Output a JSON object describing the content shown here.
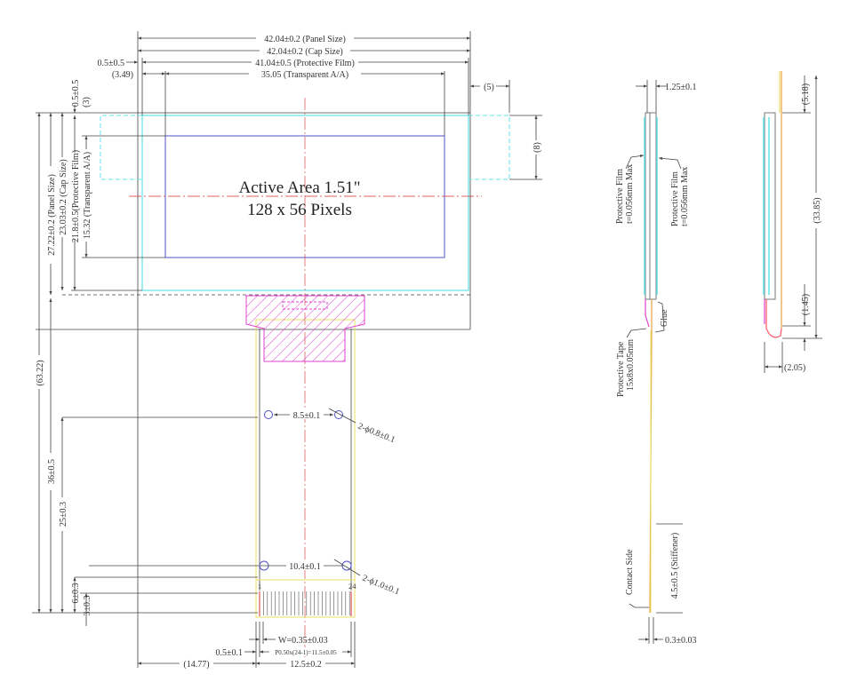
{
  "front_view": {
    "active_area_title": "Active Area 1.51\"",
    "pixels": "128 x 56 Pixels",
    "dims_top": {
      "panel_size": "42.04±0.2 (Panel Size)",
      "cap_size": "42.04±0.2 (Cap Size)",
      "protective_film": "41.04±0.5 (Protective Film)",
      "film_offset": "0.5±0.5",
      "aa_offset": "(3.49)",
      "transparent_aa": "35.05 (Transparent A/A)",
      "tab_width": "(5)"
    },
    "dims_left": {
      "top_offset": "0.5±0.5",
      "aa_top": "(3)",
      "panel_size": "27.22±0.2 (Panel Size)",
      "cap_size": "23.03±0.2 (Cap Size)",
      "protective_film": "21.8±0.5(Protective Film)",
      "transparent_aa": "15.32 (Transparent A/A)",
      "total": "(63.22)",
      "fpc_36": "36±0.5",
      "fpc_25": "25±0.3",
      "fpc_6": "6±0.3",
      "fpc_3": "3±0.3"
    },
    "tab_height": "(8)",
    "holes": {
      "upper_pitch": "8.5±0.1",
      "upper_dia": "2-ϕ0.8±0.1",
      "lower_pitch": "10.4±0.1",
      "lower_dia": "2-ϕ1.0±0.1"
    },
    "connector": {
      "pin_first": "1",
      "pin_last": "24",
      "width": "W=0.35±0.03",
      "edge": "0.5±0.1",
      "pitch": "P0.50x(24-1)=11.5±0.05",
      "left_offset": "(14.77)",
      "fpc_width": "12.5±0.2"
    }
  },
  "side_view": {
    "thickness": "1.25±0.1",
    "film_left": [
      "Protective Film",
      "t=0.056mm Max"
    ],
    "film_right": [
      "Protective Film",
      "t=0.056mm Max"
    ],
    "glue": "Glue",
    "tape": [
      "Protective Tape",
      "15x8x0.05mm"
    ],
    "stiffener": "4.5±0.5 (Stiffener)",
    "contact_side": "Contact Side",
    "fpc_thickness": "0.3±0.03"
  },
  "bent_view": {
    "top": "(5.18)",
    "length": "(33.85)",
    "bend": "(1.45)",
    "depth": "(2.05)"
  },
  "colors": {
    "film": "#5fe3e8",
    "aa": "#5050c8",
    "fpc_hatch": "#e040d0",
    "fpc": "#e8e060",
    "center": "#d03030"
  }
}
